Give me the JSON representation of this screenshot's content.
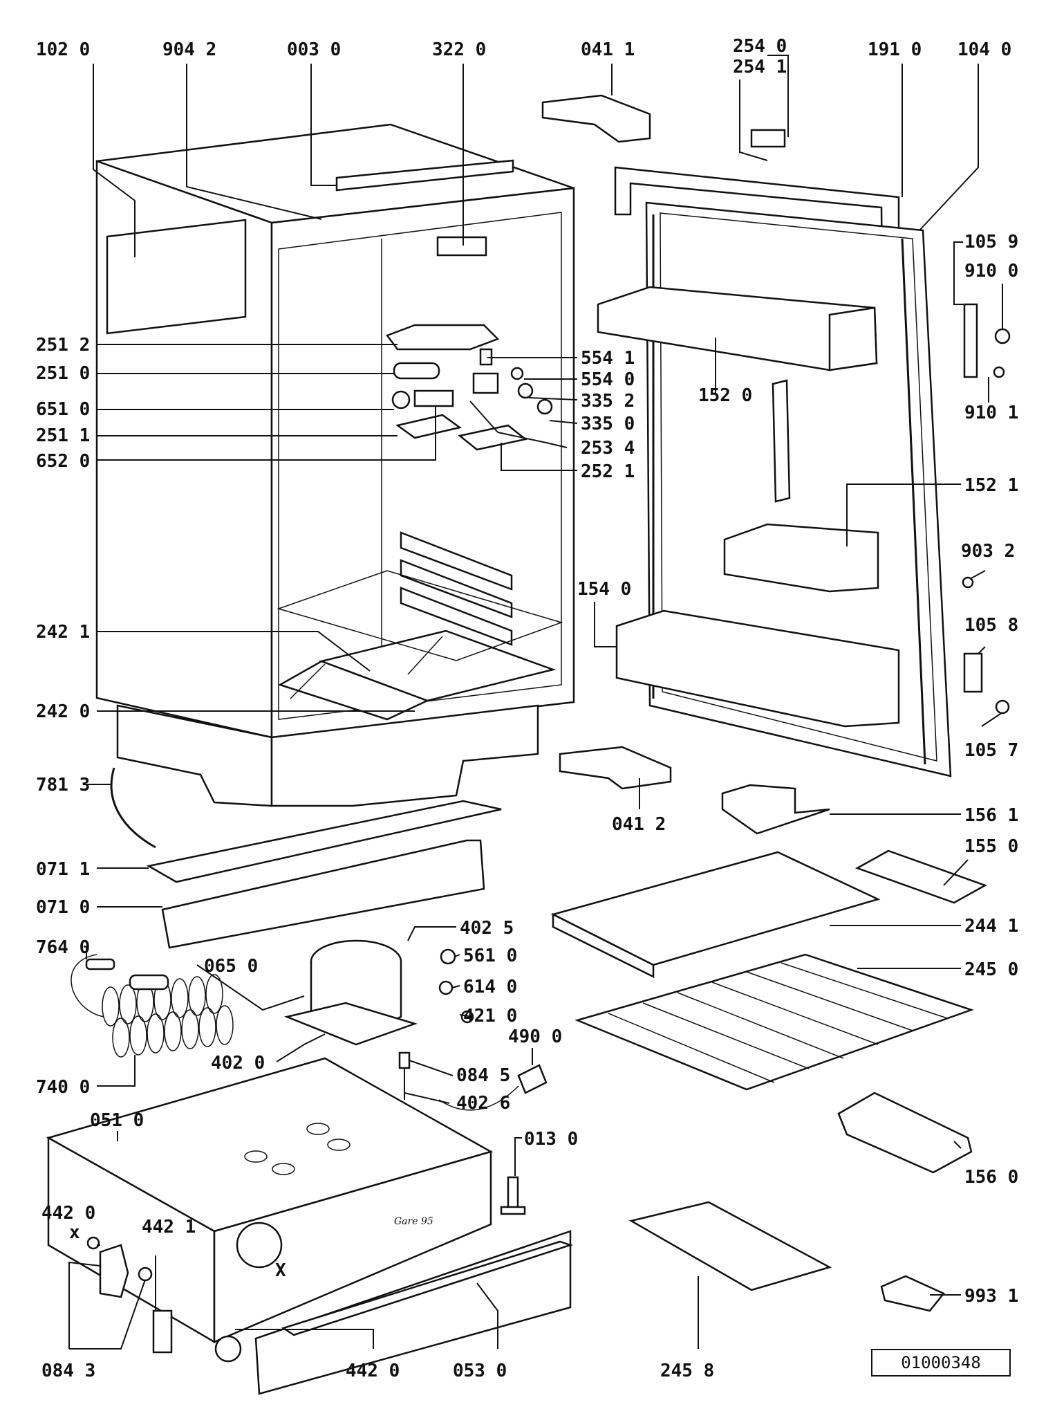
{
  "labels": {
    "l1020": "102 0",
    "l9042": "904 2",
    "l0030": "003 0",
    "l3220": "322 0",
    "l0411": "041 1",
    "l2540": "254 0",
    "l2541": "254 1",
    "l1910": "191 0",
    "l1040": "104 0",
    "l1059": "105 9",
    "l9100": "910 0",
    "l9101": "910 1",
    "l2512": "251 2",
    "l2510": "251 0",
    "l6510": "651 0",
    "l2511": "251 1",
    "l6520": "652 0",
    "l5541": "554 1",
    "l5540": "554 0",
    "l3352": "335 2",
    "l3350": "335 0",
    "l2534": "253 4",
    "l2521": "252 1",
    "l1520": "152 0",
    "l1521": "152 1",
    "l9032": "903 2",
    "l1540": "154 0",
    "l1058": "105 8",
    "l1057": "105 7",
    "l2421": "242 1",
    "l2420": "242 0",
    "l7813": "781 3",
    "l0412": "041 2",
    "l1561": "156 1",
    "l1550": "155 0",
    "l0711": "071 1",
    "l0710": "071 0",
    "l4025": "402 5",
    "l5610": "561 0",
    "l6140": "614 0",
    "l4210": "421 0",
    "l4900": "490 0",
    "l0845": "084 5",
    "l4026": "402 6",
    "l7640": "764 0",
    "l0650": "065 0",
    "l4020": "402 0",
    "l7400": "740 0",
    "l2441": "244 1",
    "l2450": "245 0",
    "l0510": "051 0",
    "l0130": "013 0",
    "l1560": "156 0",
    "l4420a": "442 0",
    "l4421": "442 1",
    "l0843": "084 3",
    "l4420b": "442 0",
    "l0530": "053 0",
    "l2458": "245 8",
    "l9931": "993 1",
    "x1": "x",
    "x2": "X",
    "stamp": "Gare 95"
  },
  "drawing_code": "01000348"
}
